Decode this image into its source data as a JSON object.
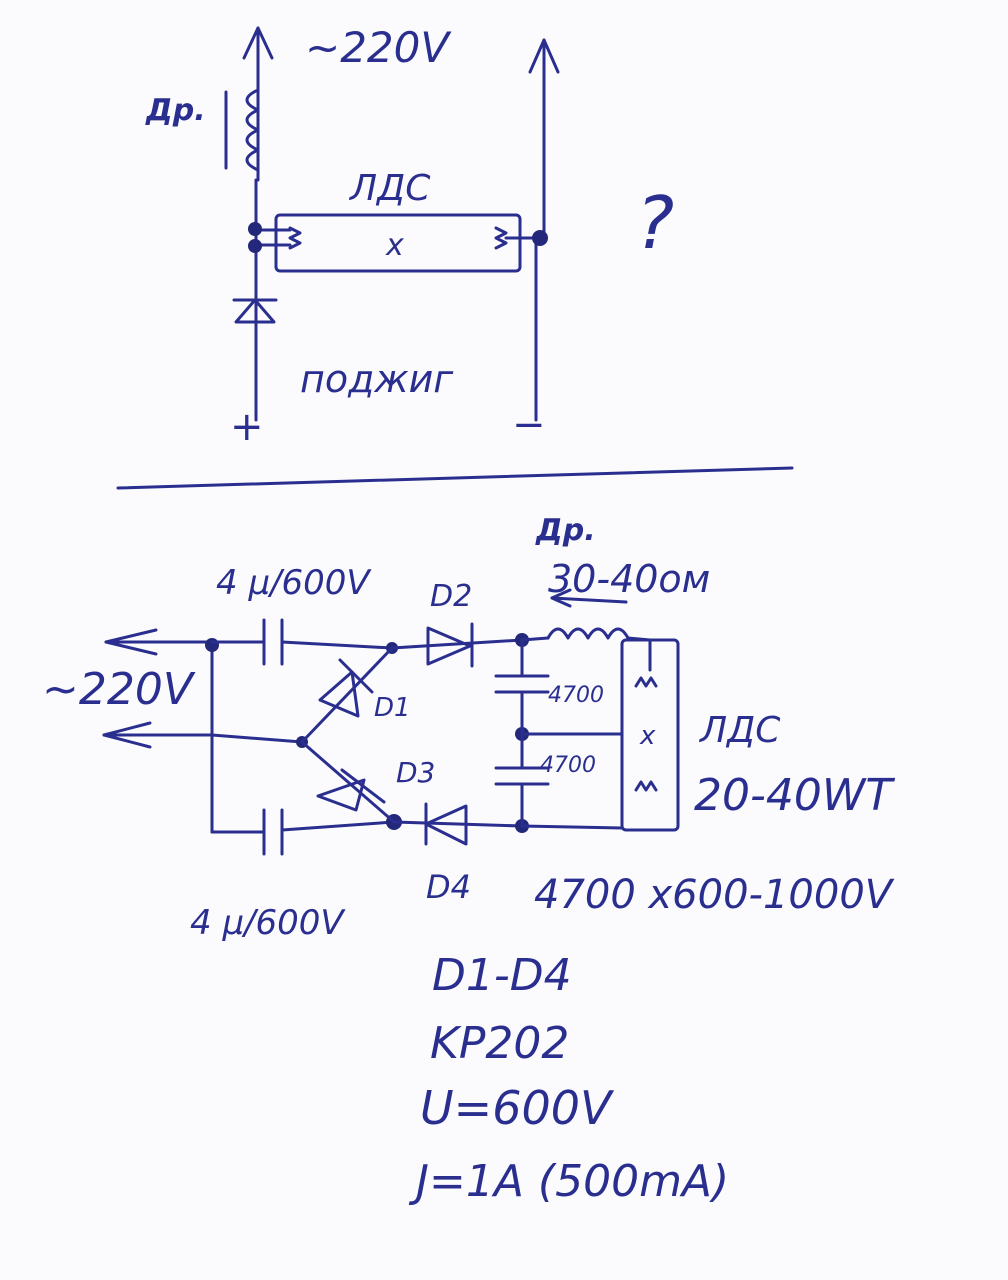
{
  "top": {
    "voltage": "~220V",
    "choke": "Др.",
    "lamp": "ЛДС",
    "lamp_mark": "x",
    "question": "?",
    "ignition": "поджиг",
    "plus": "+",
    "minus": "−"
  },
  "bottom": {
    "cap_top": "4 µ/600V",
    "cap_bottom": "4 µ/600V",
    "voltage": "~220V",
    "d1": "D1",
    "d2": "D2",
    "d3": "D3",
    "d4": "D4",
    "choke": "Др.",
    "choke_value": "30-40ом",
    "c1": "4700",
    "c2": "4700",
    "lamp": "ЛДС",
    "lamp_mark": "x",
    "lamp_power": "20-40WT",
    "cap_spec": "4700 x600-1000V"
  },
  "specs": [
    "D1-D4",
    "KP202",
    "U=600V",
    "J=1A (500mA)"
  ]
}
